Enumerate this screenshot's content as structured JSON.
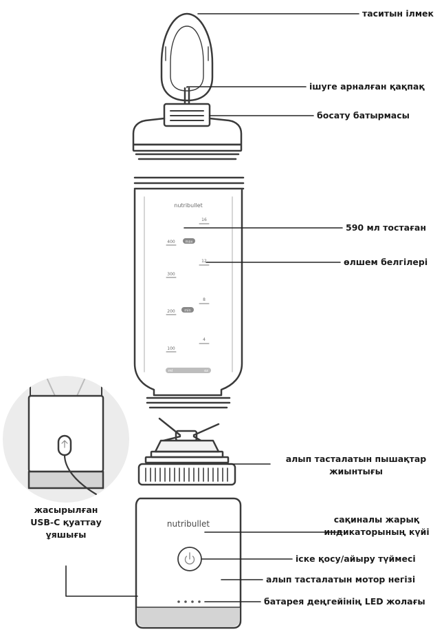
{
  "labels": {
    "carry_loop": "таситын ілмек",
    "drink_lid": "ішуге арналған қақпақ",
    "release_button": "босату батырмасы",
    "cup_590": "590 мл тостаған",
    "measure_marks": "өлшем белгілері",
    "blade_line1": "алып тасталатын пышақтар",
    "blade_line2": "жиынтығы",
    "usb_line1": "жасырылған",
    "usb_line2": "USB-C қуаттау",
    "usb_line3": "ұяшығы",
    "ring_line1": "сақиналы жарық",
    "ring_line2": "индикаторының күйі",
    "power_button": "іске қосу/айыру түймесі",
    "motor_base": "алып тасталатын мотор негізі",
    "battery_led": "батарея деңгейінің LED жолағы"
  },
  "cup": {
    "brand": "nutribullet",
    "ml_marks": [
      "400",
      "300",
      "200",
      "100"
    ],
    "oz_marks": [
      "16",
      "12",
      "8",
      "4"
    ],
    "badge_upper": "max",
    "badge_lower": "min",
    "bar_left": "ml",
    "bar_right": "oz"
  },
  "base": {
    "brand": "nutribullet"
  },
  "colors": {
    "outline": "#3a3a3a",
    "inset_circle": "#ececec",
    "base_bottom": "#d4d4d4"
  }
}
